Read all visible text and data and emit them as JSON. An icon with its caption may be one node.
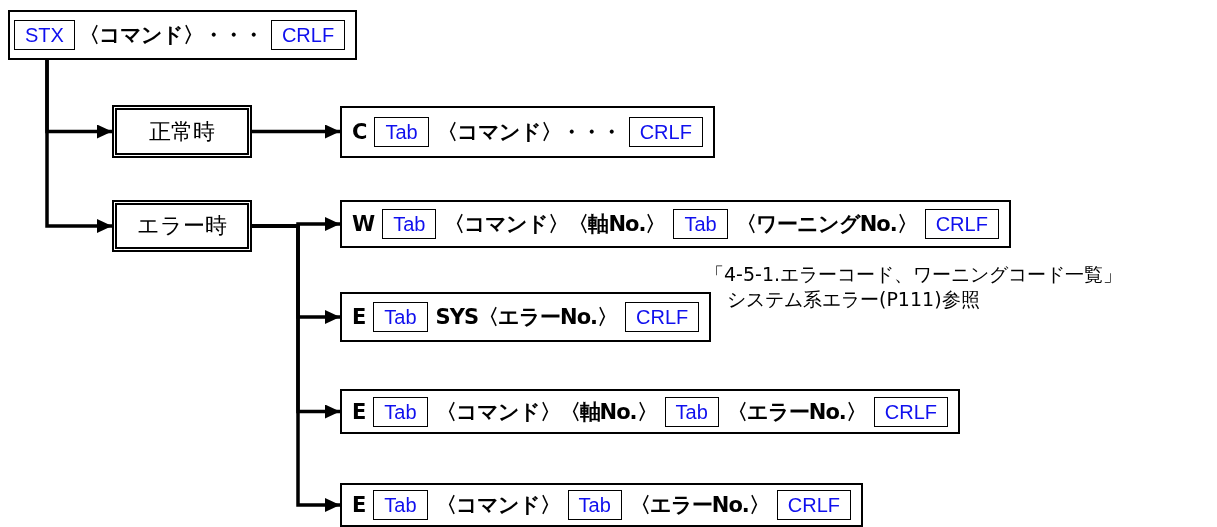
{
  "diagram": {
    "nodes": [
      {
        "text": [
          "〈コマンド〉・・・"
        ]
      },
      {
        "text": [
          "STX"
        ],
        "in": 0
      },
      {
        "text": [
          "CRLF"
        ],
        "in": 0
      },
      {
        "text": [
          "正常時"
        ]
      },
      {
        "text": [
          "エラー時"
        ]
      },
      {
        "text": [
          "C",
          "〈コマンド〉・・・"
        ]
      },
      {
        "text": [
          "Tab"
        ],
        "in": 5
      },
      {
        "text": [
          "CRLF"
        ],
        "in": 5
      },
      {
        "text": [
          "W",
          "〈コマンド〉〈軸No.〉",
          "〈ワーニングNo.〉"
        ]
      },
      {
        "text": [
          "Tab"
        ],
        "in": 8
      },
      {
        "text": [
          "Tab"
        ],
        "in": 8
      },
      {
        "text": [
          "CRLF"
        ],
        "in": 8
      },
      {
        "text": [
          "E",
          "SYS〈エラーNo.〉"
        ],
        "beside": [
          "「4-5-1.エラーコード、ワーニングコード一覧」",
          "システム系エラー(P111)参照"
        ]
      },
      {
        "text": [
          "Tab"
        ],
        "in": 12
      },
      {
        "text": [
          "CRLF"
        ],
        "in": 12
      },
      {
        "text": [
          "E",
          "〈コマンド〉〈軸No.〉",
          "〈エラーNo.〉"
        ]
      },
      {
        "text": [
          "Tab"
        ],
        "in": 15
      },
      {
        "text": [
          "Tab"
        ],
        "in": 15
      },
      {
        "text": [
          "CRLF"
        ],
        "in": 15
      },
      {
        "text": [
          "E",
          "〈コマンド〉",
          "〈エラーNo.〉"
        ]
      },
      {
        "text": [
          "Tab"
        ],
        "in": 19
      },
      {
        "text": [
          "Tab"
        ],
        "in": 19
      },
      {
        "text": [
          "CRLF"
        ],
        "in": 19
      }
    ],
    "edges": [
      {
        "from": 0,
        "to": 3,
        "arrow": "to"
      },
      {
        "from": 0,
        "to": 4,
        "arrow": "to"
      },
      {
        "from": 3,
        "to": 5,
        "arrow": "to"
      },
      {
        "from": 4,
        "to": 8,
        "arrow": "to"
      },
      {
        "from": 4,
        "to": 12,
        "arrow": "to"
      },
      {
        "from": 4,
        "to": 15,
        "arrow": "to"
      },
      {
        "from": 4,
        "to": 19,
        "arrow": "to"
      }
    ]
  }
}
